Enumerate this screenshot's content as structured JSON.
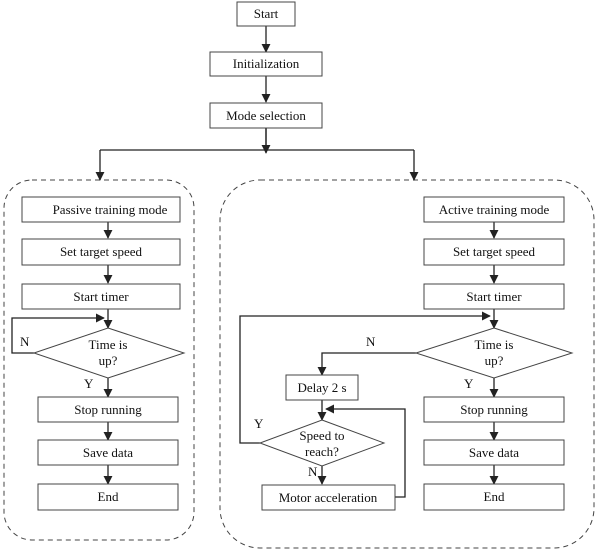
{
  "nodes": {
    "start": "Start",
    "init": "Initialization",
    "mode_selection": "Mode selection",
    "passive": {
      "mode": "Passive training mode",
      "set_speed": "Set target speed",
      "start_timer": "Start timer",
      "time_up_line1": "Time is",
      "time_up_line2": "up?",
      "stop_running": "Stop running",
      "save_data": "Save data",
      "end": "End"
    },
    "active": {
      "mode": "Active training mode",
      "set_speed": "Set target speed",
      "start_timer": "Start timer",
      "time_up_line1": "Time is",
      "time_up_line2": "up?",
      "stop_running": "Stop running",
      "save_data": "Save data",
      "end": "End",
      "delay": "Delay 2 s",
      "speed_reach_line1": "Speed to",
      "speed_reach_line2": "reach?",
      "motor_accel": "Motor acceleration"
    }
  },
  "edge_labels": {
    "passive_no": "N",
    "passive_yes": "Y",
    "active_time_no": "N",
    "active_time_yes": "Y",
    "speed_yes": "Y",
    "speed_no": "N"
  }
}
